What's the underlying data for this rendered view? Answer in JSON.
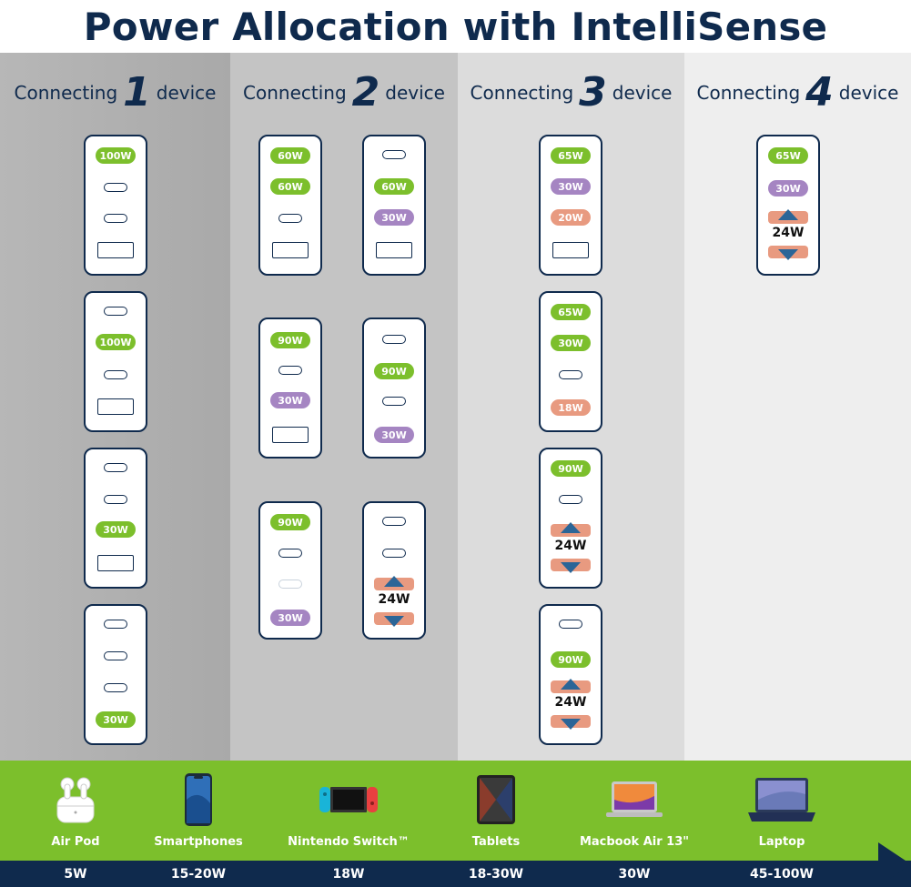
{
  "title": "Power Allocation with IntelliSense",
  "columns": [
    {
      "prefix": "Connecting",
      "number": "1",
      "suffix": "device"
    },
    {
      "prefix": "Connecting",
      "number": "2",
      "suffix": "device"
    },
    {
      "prefix": "Connecting",
      "number": "3",
      "suffix": "device"
    },
    {
      "prefix": "Connecting",
      "number": "4",
      "suffix": "device"
    }
  ],
  "col1": {
    "c1": {
      "p1": "100W"
    },
    "c2": {
      "p1": "100W"
    },
    "c3": {
      "p1": "30W"
    },
    "c4": {
      "p1": "30W"
    }
  },
  "col2": {
    "a1": {
      "p1": "60W",
      "p2": "60W"
    },
    "b1": {
      "p1": "60W",
      "p2": "30W"
    },
    "a2": {
      "p1": "90W",
      "p2": "30W"
    },
    "b2": {
      "p1": "90W",
      "p2": "30W"
    },
    "a3": {
      "p1": "90W",
      "p2": "30W"
    },
    "b3": {
      "share": "24W"
    }
  },
  "col3": {
    "c1": {
      "p1": "65W",
      "p2": "30W",
      "p3": "20W"
    },
    "c2": {
      "p1": "65W",
      "p2": "30W",
      "p3": "18W"
    },
    "c3": {
      "p1": "90W",
      "share": "24W"
    },
    "c4": {
      "p1": "90W",
      "share": "24W"
    }
  },
  "col4": {
    "c1": {
      "p1": "65W",
      "p2": "30W",
      "share": "24W"
    }
  },
  "devices": [
    {
      "name": "Air Pod",
      "watts": "5W",
      "icon": "airpods-icon"
    },
    {
      "name": "Smartphones",
      "watts": "15-20W",
      "icon": "smartphone-icon"
    },
    {
      "name": "Nintendo Switch™",
      "watts": "18W",
      "icon": "nintendo-switch-icon"
    },
    {
      "name": "Tablets",
      "watts": "18-30W",
      "icon": "tablet-icon"
    },
    {
      "name": "Macbook Air 13\"",
      "watts": "30W",
      "icon": "macbook-icon"
    },
    {
      "name": "Laptop",
      "watts": "45-100W",
      "icon": "laptop-icon"
    }
  ],
  "colors": {
    "navy": "#0f2a4d",
    "green": "#7cbf2c",
    "purple": "#a585c2",
    "salmon": "#e89a80",
    "col1_bg": "#acacac",
    "col2_bg": "#c4c4c4",
    "col3_bg": "#dcdcdc",
    "col4_bg": "#eeeeee"
  }
}
